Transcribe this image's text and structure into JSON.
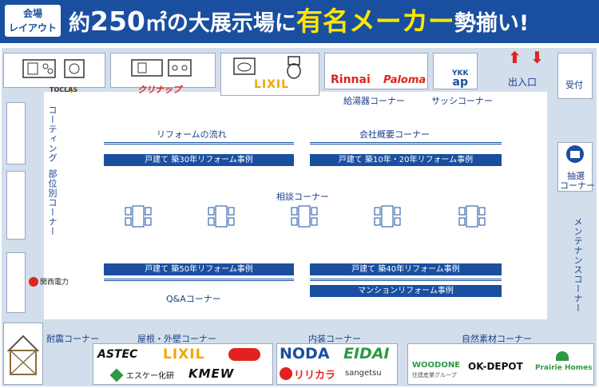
{
  "header": {
    "badge_line1": "会場",
    "badge_line2": "レイアウト",
    "headline_pre": "約",
    "headline_num": "250",
    "headline_unit": "㎡",
    "headline_mid": "の大展示場に",
    "headline_highlight": "有名メーカー",
    "headline_post": "勢揃い!"
  },
  "colors": {
    "navy": "#1a4fa0",
    "yellow": "#ffe600",
    "floor": "#d3deec",
    "red": "#e0231e"
  },
  "top_booths": {
    "toclas": "TOCLAS",
    "cleanup": "クリナップ",
    "lixil": "LIXIL",
    "rinnai": "Rinnai",
    "paloma": "Paloma",
    "ykk_line1": "YKK",
    "ykk_line2": "ap",
    "water_heater_corner": "給湯器コーナー",
    "sash_corner": "サッシコーナー"
  },
  "entrance": {
    "label": "出入口",
    "reception": "受付"
  },
  "left": {
    "coating_corner": "コーティング",
    "parts_corner": "部位別コーナー",
    "kansai_denryoku": "関西電力"
  },
  "right": {
    "lottery_line1": "抽選",
    "lottery_line2": "コーナー",
    "maintenance_corner": "メンテナンスコーナー"
  },
  "center": {
    "reform_flow": "リフォームの流れ",
    "company_overview": "会社概要コーナー",
    "bar_30": "戸建て 築30年リフォーム事例",
    "bar_10_20": "戸建て 築10年・20年リフォーム事例",
    "consultation_corner": "相談コーナー",
    "bar_50": "戸建て 築50年リフォーム事例",
    "bar_40": "戸建て 築40年リフォーム事例",
    "bar_mansion": "マンションリフォーム事例",
    "qa_corner": "Q&Aコーナー"
  },
  "bottom": {
    "seismic_corner": "耐震コーナー",
    "roof_wall_corner": "屋根・外壁コーナー",
    "interior_corner": "内装コーナー",
    "natural_corner": "自然素材コーナー",
    "astec": "ASTEC",
    "lixil": "LIXIL",
    "sk_kaken": "エスケー化研",
    "kmew": "KMEW",
    "noda": "NODA",
    "eidai": "EIDAI",
    "lilycolor": "リリカラ",
    "sangetsu": "sangetsu",
    "woodone": "WOODONE",
    "woodone_sub": "住建産業グループ",
    "ok_depot": "OK-DEPOT",
    "prairie_homes": "Prairie Homes"
  }
}
